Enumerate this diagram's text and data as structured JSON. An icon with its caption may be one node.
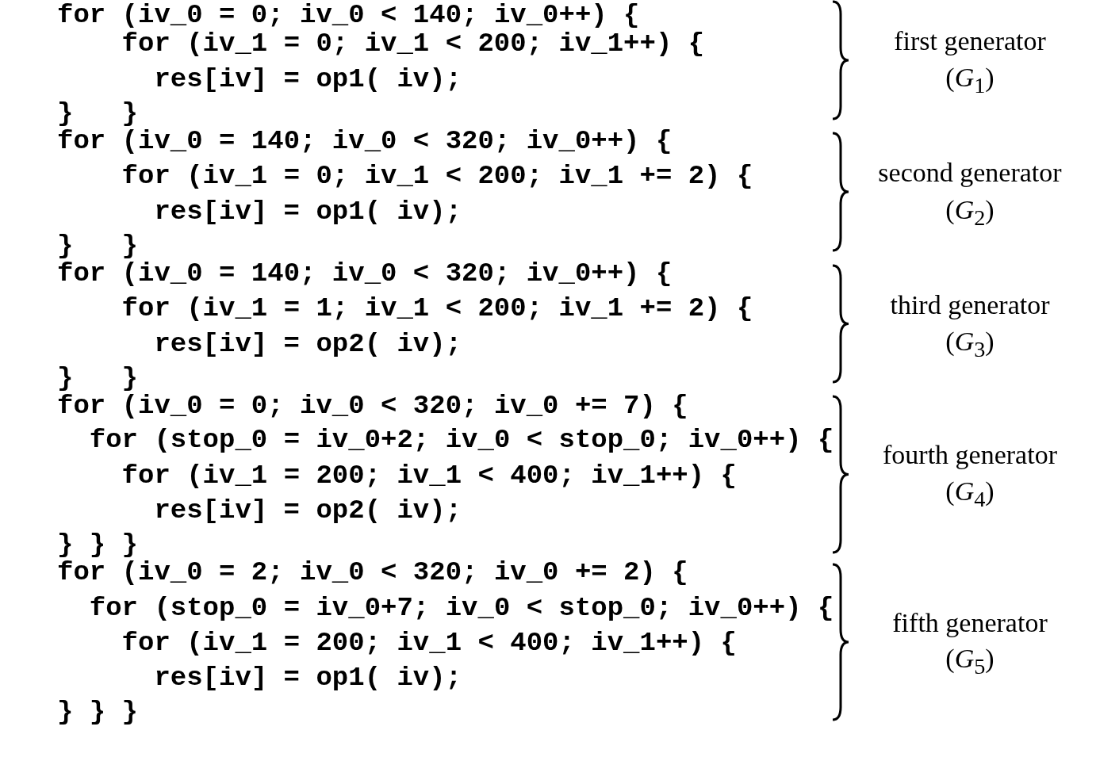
{
  "diagram": {
    "labels": [
      "for (iv_0 = 0; iv_0 < 140; iv_0++) {",
      "for (iv_1 = 0; iv_1 < 200; iv_1++) {",
      "res[iv] = op1( iv);",
      "}   }",
      "for (iv_0 = 140; iv_0 < 320; iv_0++) {",
      "for (iv_1 = 0; iv_1 < 200; iv_1 += 2) {",
      "res[iv] = op1( iv);",
      "}   }",
      "for (iv_0 = 140; iv_0 < 320; iv_0++) {",
      "for (iv_1 = 1; iv_1 < 200; iv_1 += 2) {",
      "res[iv] = op2( iv);",
      "}   }",
      "for (iv_0 = 0; iv_0 < 320; iv_0 += 7) {",
      "for (stop_0 = iv_0+2; iv_0 < stop_0; iv_0++) {",
      "for (iv_1 = 200; iv_1 < 400; iv_1++) {",
      "res[iv] = op2( iv);",
      "} } }",
      "for (iv_0 = 2; iv_0 < 320; iv_0 += 2) {",
      "for (stop_0 = iv_0+7; iv_0 < stop_0; iv_0++) {",
      "for (iv_1 = 200; iv_1 < 400; iv_1++) {",
      "res[iv] = op1( iv);",
      "} } }",
      "first generator",
      "(*G*$_{1}$)",
      "second generator",
      "(*G*$_{2}$)",
      "third generator",
      "(*G*$_{3}$)",
      "fourth generator",
      "(*G*$_{4}$)",
      "fifth generator",
      "(*G*$_{5}$)"
    ]
  }
}
